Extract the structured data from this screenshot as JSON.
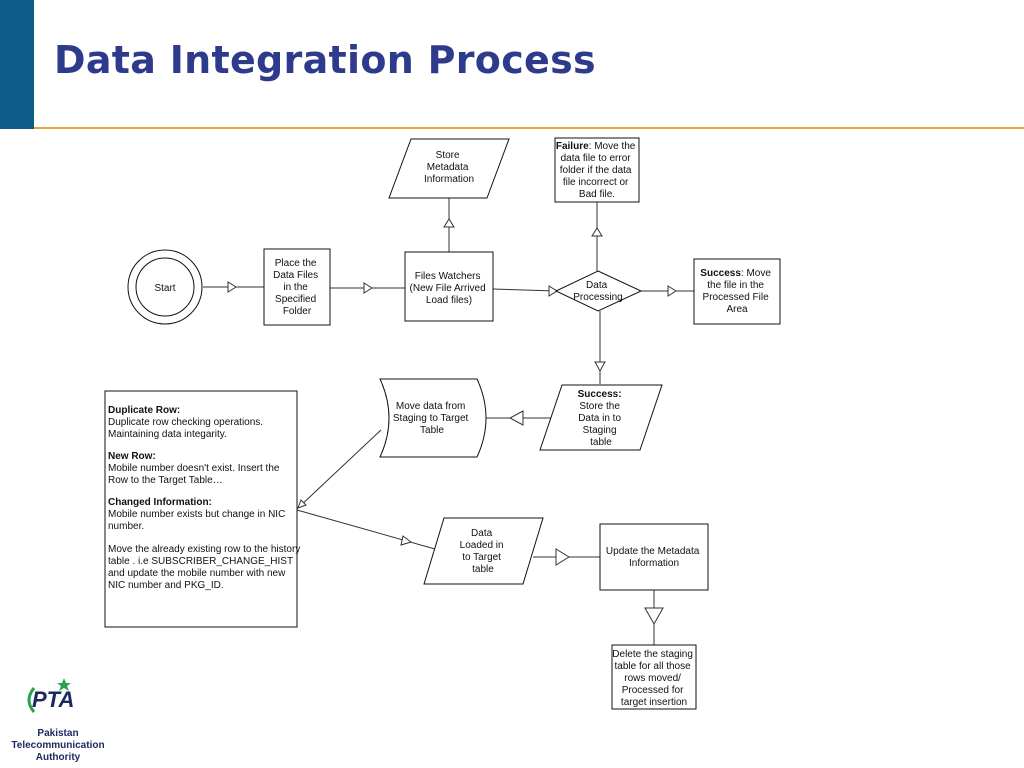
{
  "slide": {
    "title": "Data Integration Process"
  },
  "nodes": {
    "start": {
      "label": "Start"
    },
    "place_files": {
      "lines": [
        "Place the",
        "Data Files",
        "in the",
        "Specified",
        "Folder"
      ]
    },
    "files_watchers": {
      "lines": [
        "Files Watchers",
        "(New File Arrived",
        "Load files)"
      ]
    },
    "store_metadata": {
      "lines": [
        "Store",
        "Metadata",
        "Information"
      ]
    },
    "data_processing": {
      "lines": [
        "Data",
        "Processing"
      ]
    },
    "failure": {
      "bold": "Failure",
      "rest": ": Move the",
      "lines": [
        "data file to error",
        "folder if the data",
        "file incorrect or",
        "Bad file."
      ]
    },
    "success_processed": {
      "bold": "Success",
      "rest": ": Move",
      "lines": [
        "the file in the",
        "Processed File",
        "Area"
      ]
    },
    "success_staging": {
      "bold_line": "Success:",
      "lines": [
        "Store the",
        "Data in to",
        "Staging",
        "table"
      ]
    },
    "move_data": {
      "lines": [
        "Move data from",
        "Staging to Target",
        "Table"
      ]
    },
    "data_loaded": {
      "lines": [
        "Data",
        "Loaded in",
        "to Target",
        "table"
      ]
    },
    "update_metadata": {
      "lines": [
        "Update the Metadata",
        "Information"
      ]
    },
    "delete_staging": {
      "lines": [
        "Delete the staging",
        "table for all those",
        "rows moved/",
        "Processed for",
        "target insertion"
      ]
    },
    "rules_box": {
      "duplicate_title": "Duplicate Row:",
      "duplicate_lines": [
        "Duplicate row checking operations.",
        "Maintaining data integarity."
      ],
      "newrow_title": "New Row:",
      "newrow_lines": [
        "Mobile number doesn't exist. Insert the",
        "Row to the Target Table…"
      ],
      "changed_title": "Changed Information:",
      "changed_lines": [
        "Mobile number exists but change in NIC",
        "number."
      ],
      "history_lines": [
        "Move the already existing row to the history",
        "table . i.e SUBSCRIBER_CHANGE_HIST",
        "and update the mobile number with new",
        "NIC number and PKG_ID."
      ]
    }
  },
  "logo": {
    "mark": "PTA",
    "lines": [
      "Pakistan",
      "Telecommunication",
      "Authority"
    ]
  },
  "colors": {
    "title": "#2e3b8c",
    "accent_bar": "#0d5b87",
    "rule": "#e8a33a"
  }
}
